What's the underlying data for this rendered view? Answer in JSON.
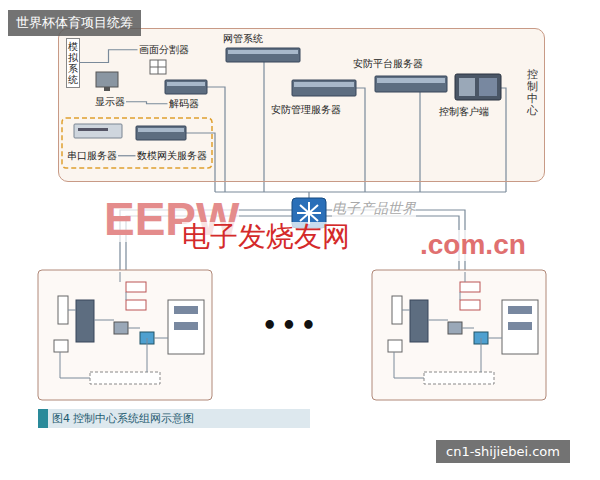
{
  "diagram": {
    "caption": "图4 控制中心系统组网示意图",
    "nodes": [
      {
        "text": [
          "控制中心"
        ]
      },
      {
        "text": [
          "模拟系统"
        ],
        "in": 0
      },
      {
        "text": [
          "画面分割器"
        ],
        "in": 0
      },
      {
        "text": [
          "显示器"
        ],
        "in": 0
      },
      {
        "text": [
          "解码器"
        ],
        "in": 0
      },
      {
        "text": [
          "网管系统"
        ],
        "in": 0
      },
      {
        "text": [
          "安防平台服务器"
        ],
        "in": 0
      },
      {
        "text": [
          "安防管理服务器"
        ],
        "in": 0
      },
      {
        "text": [
          "控制客户端"
        ],
        "in": 0
      },
      {
        "text": [
          "串口服务器"
        ],
        "in": 0
      },
      {
        "text": [
          "数模网关服务器"
        ],
        "in": 0
      }
    ],
    "edges": [
      {
        "from": 1,
        "to": 2,
        "arrow": "none"
      },
      {
        "from": 3,
        "to": 4,
        "arrow": "none"
      },
      {
        "from": 9,
        "to": 10,
        "arrow": "none"
      }
    ],
    "labels": [
      "世界杯体育项目统筹",
      "EEPW",
      "电子产品世界",
      "电子发烧友网",
      ".com.cn",
      "•••",
      "cn1-shijiebei.com"
    ]
  }
}
